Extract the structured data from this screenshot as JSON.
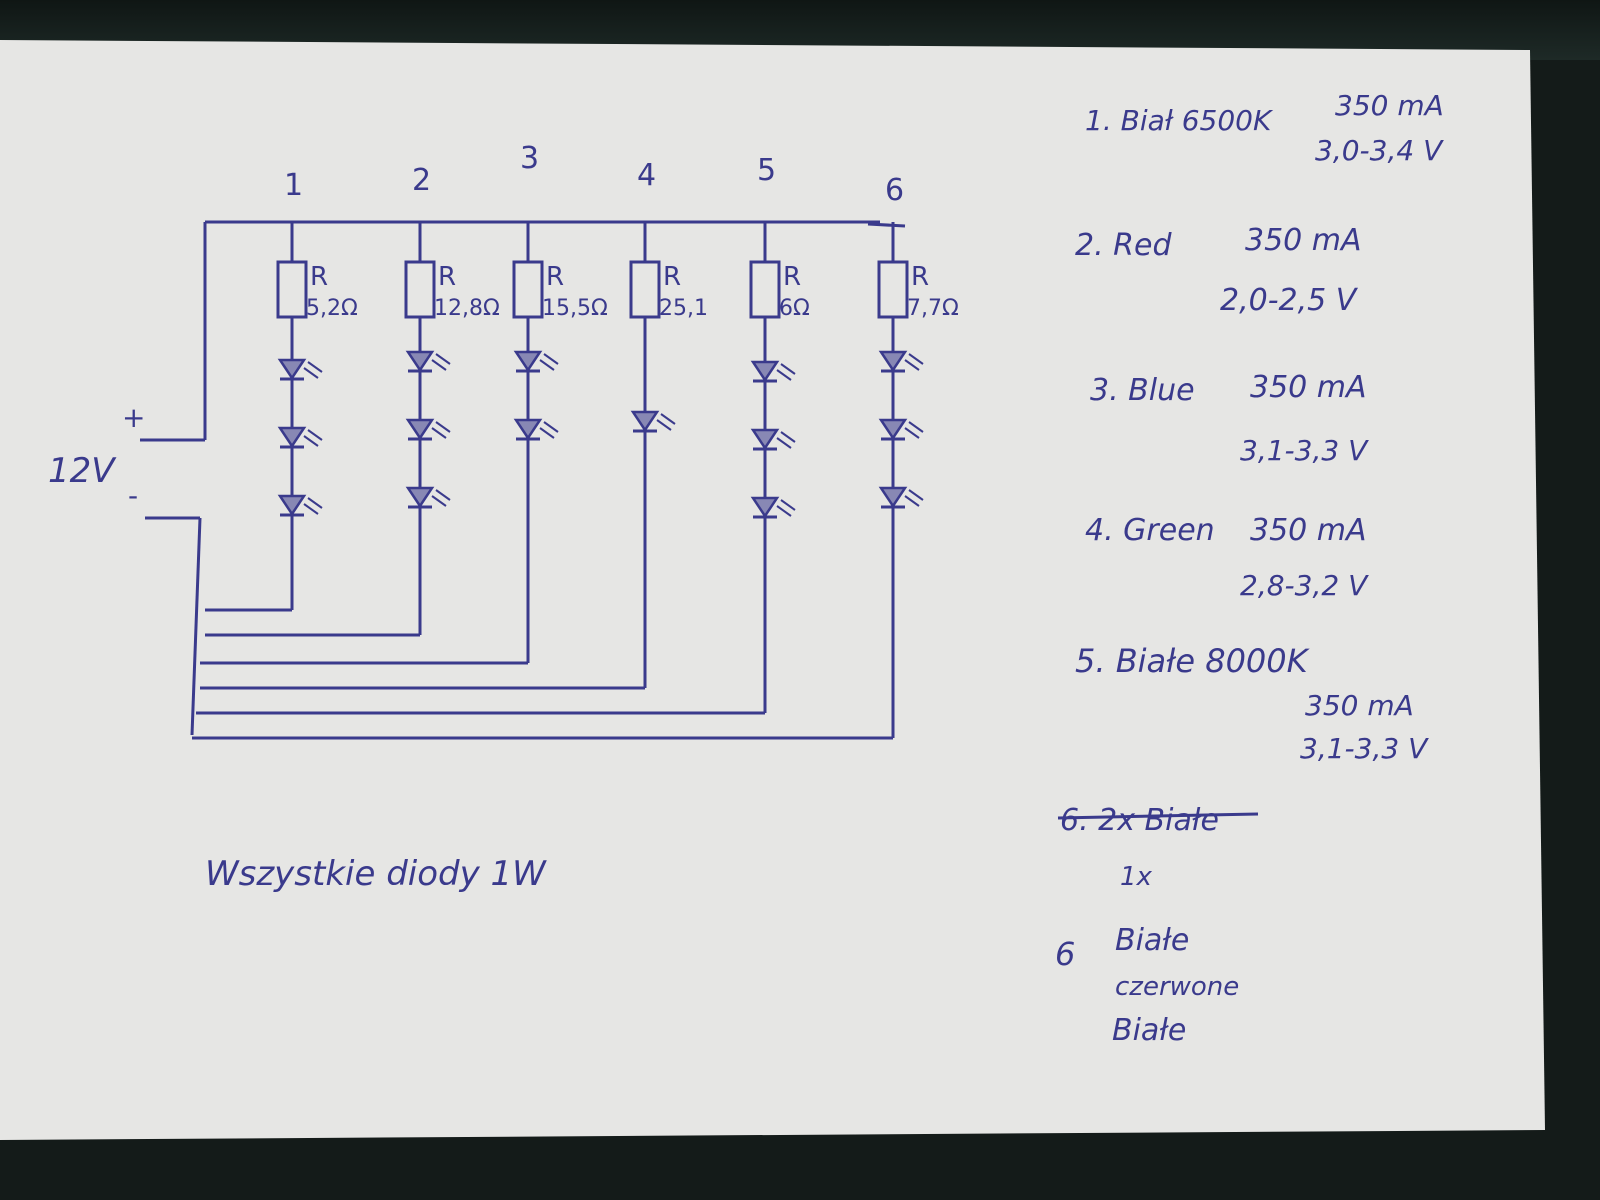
{
  "colors": {
    "ink": "#3a3a8c",
    "paper": "#e6e6e4",
    "background": "#141b19"
  },
  "supply": {
    "voltage": "12V",
    "plus": "+",
    "minus": "-"
  },
  "columns": [
    {
      "number": "1",
      "resistor_label": "R",
      "resistor_value": "5,2Ω",
      "led_count": 3
    },
    {
      "number": "2",
      "resistor_label": "R",
      "resistor_value": "12,8Ω",
      "led_count": 3
    },
    {
      "number": "3",
      "resistor_label": "R",
      "resistor_value": "15,5Ω",
      "led_count": 2
    },
    {
      "number": "4",
      "resistor_label": "R",
      "resistor_value": "25,1",
      "led_count": 1
    },
    {
      "number": "5",
      "resistor_label": "R",
      "resistor_value": "6Ω",
      "led_count": 3
    },
    {
      "number": "6",
      "resistor_label": "R",
      "resistor_value": "7,7Ω",
      "led_count": 3
    }
  ],
  "footnote": "Wszystkie diody 1W",
  "legend": [
    {
      "line1": "1. Biał 6500K",
      "current": "350 mA",
      "voltage": "3,0-3,4 V"
    },
    {
      "line1": "2. Red",
      "current": "350 mA",
      "voltage": "2,0-2,5 V"
    },
    {
      "line1": "3. Blue",
      "current": "350 mA",
      "voltage": "3,1-3,3 V"
    },
    {
      "line1": "4. Green",
      "current": "350 mA",
      "voltage": "2,8-3,2 V"
    },
    {
      "line1": "5. Białe 8000K",
      "current": "350 mA",
      "voltage": "3,1-3,3 V"
    }
  ],
  "crossed_item": {
    "text": "6. 2x Białe",
    "sub": "1x"
  },
  "item6": {
    "number": "6",
    "lines": [
      "Białe",
      "czerwone",
      "Białe"
    ]
  }
}
